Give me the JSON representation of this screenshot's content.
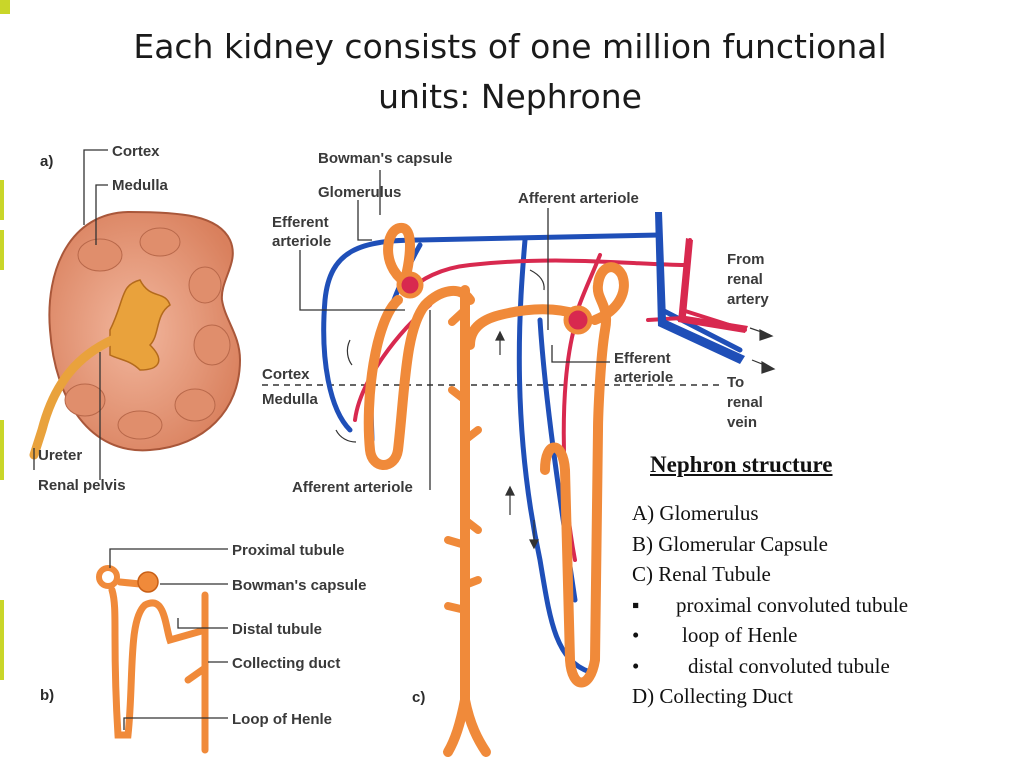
{
  "title": {
    "line1": "Each kidney consists of one million functional",
    "line2": "units: Nephrone"
  },
  "colors": {
    "tubule": "#f08a3a",
    "tubule_dark": "#c85f16",
    "artery": "#d8294f",
    "vein": "#1f4fb8",
    "kidney": "#e79c7c",
    "kidney_dark": "#c8674a",
    "accent_left": "#c9d629"
  },
  "diagram": {
    "panel_a": {
      "tag": "a)",
      "labels": {
        "cortex": "Cortex",
        "medulla": "Medulla",
        "ureter": "Ureter",
        "renal_pelvis": "Renal pelvis"
      }
    },
    "panel_b": {
      "tag": "b)",
      "labels": {
        "proximal_tubule": "Proximal tubule",
        "bowmans_capsule": "Bowman's capsule",
        "distal_tubule": "Distal tubule",
        "collecting_duct": "Collecting duct",
        "loop_of_henle": "Loop of Henle"
      }
    },
    "panel_c": {
      "tag": "c)",
      "labels": {
        "bowmans_capsule": "Bowman's capsule",
        "glomerulus": "Glomerulus",
        "efferent_arteriole_1_l1": "Efferent",
        "efferent_arteriole_1_l2": "arteriole",
        "afferent_arteriole_top": "Afferent arteriole",
        "from_renal_artery_l1": "From",
        "from_renal_artery_l2": "renal",
        "from_renal_artery_l3": "artery",
        "efferent_arteriole_2_l1": "Efferent",
        "efferent_arteriole_2_l2": "arteriole",
        "to_renal_vein_l1": "To",
        "to_renal_vein_l2": "renal",
        "to_renal_vein_l3": "vein",
        "cortex": "Cortex",
        "medulla": "Medulla",
        "afferent_arteriole_bottom": "Afferent arteriole"
      }
    }
  },
  "legend": {
    "title": "Nephron structure",
    "items": [
      {
        "bullet": "",
        "text": "A) Glomerulus"
      },
      {
        "bullet": "",
        "text": "B)  Glomerular Capsule"
      },
      {
        "bullet": "",
        "text": "C)  Renal Tubule"
      },
      {
        "bullet": "▪",
        "text": "proximal convoluted tubule"
      },
      {
        "bullet": "•",
        "text": "loop of Henle"
      },
      {
        "bullet": "•",
        "text": "distal convoluted tubule"
      },
      {
        "bullet": "",
        "text": "D)  Collecting Duct"
      }
    ]
  }
}
